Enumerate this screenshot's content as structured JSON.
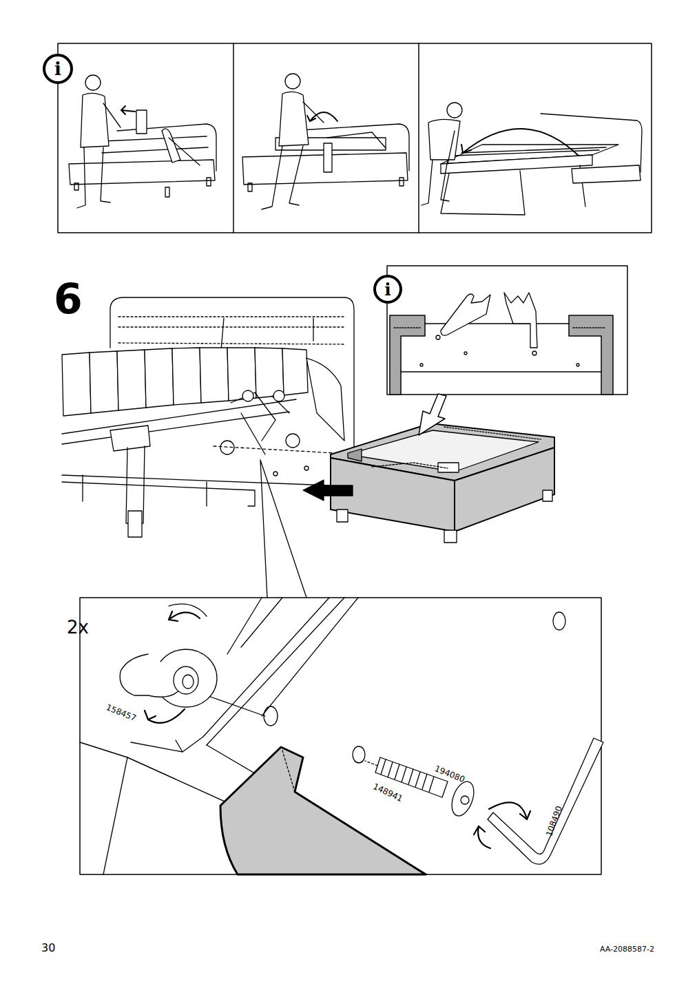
{
  "diagram": {
    "nodes": [
      {
        "text": [
          "i"
        ]
      },
      {
        "text": [
          "i"
        ]
      }
    ],
    "labels": [
      "6",
      "2x",
      "158457",
      "194080",
      "148941",
      "108490",
      "30",
      "AA-2088587-2"
    ]
  }
}
